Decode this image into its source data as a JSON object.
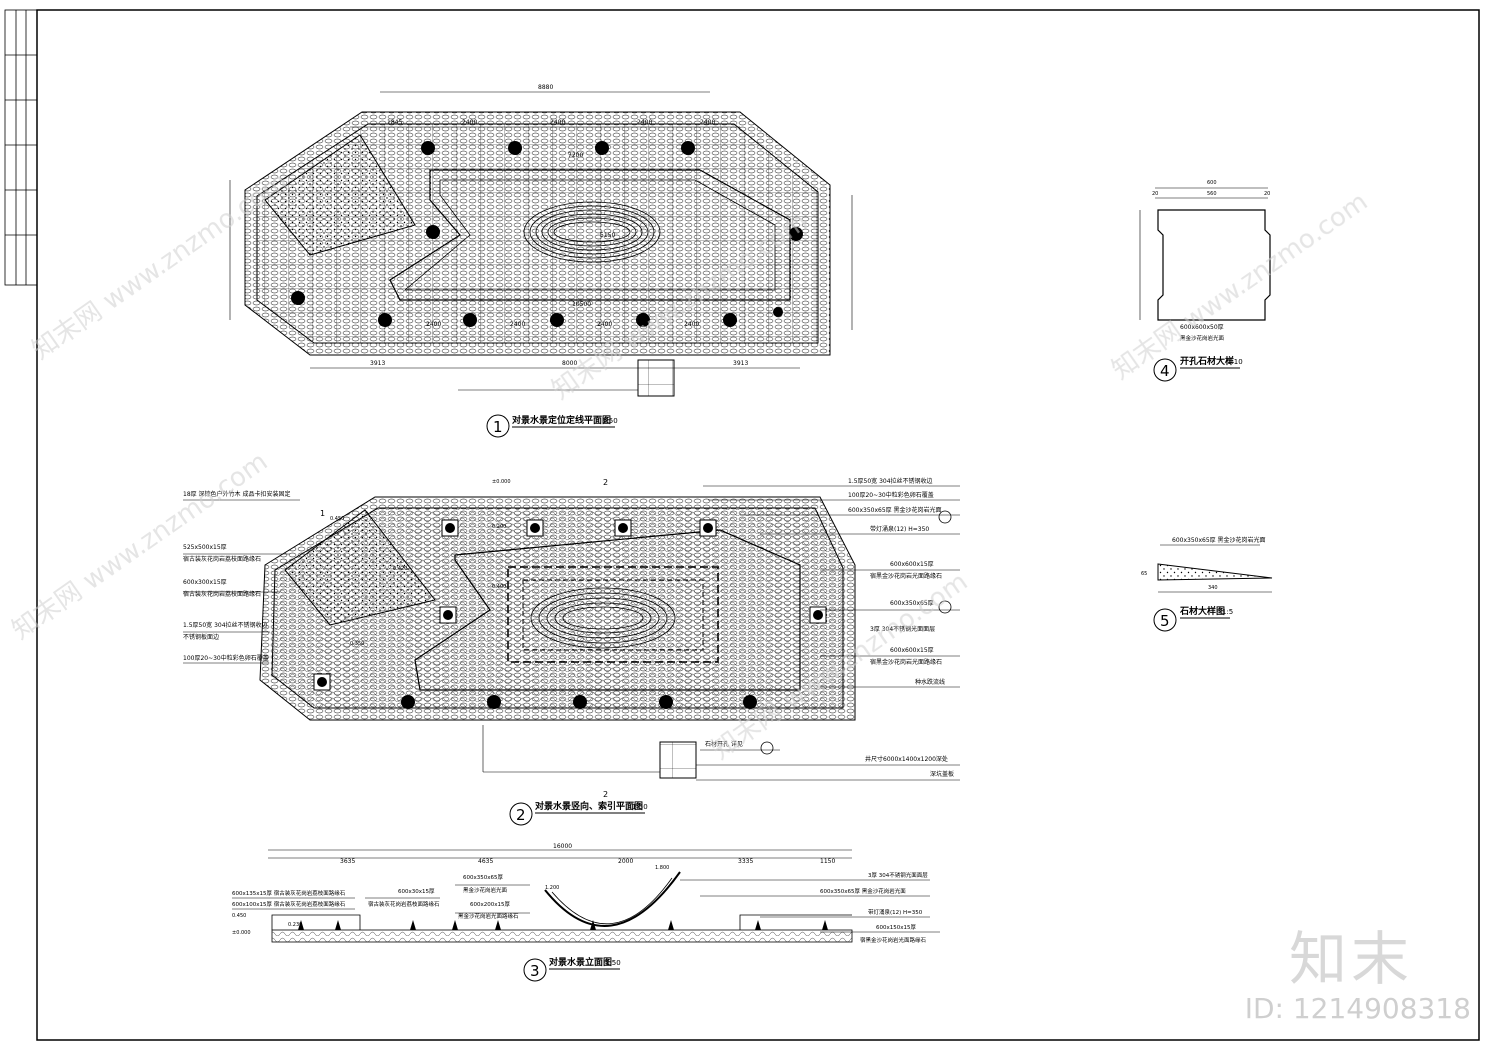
{
  "drawing_1": {
    "number": "1",
    "title": "对景水景定位定线平面图",
    "scale": "1:50",
    "dims_top": [
      "8880",
      "1845",
      "2400",
      "2400",
      "2400",
      "2400"
    ],
    "dims_bottom": [
      "3913",
      "8000",
      "3913"
    ],
    "dims_inner": [
      "7200",
      "5150",
      "10500",
      "2400",
      "2400",
      "2400",
      "2400"
    ]
  },
  "drawing_2": {
    "number": "2",
    "title": "对景水景竖向、索引平面图",
    "scale": "1:50",
    "section_mark": "2",
    "section_mark_1": "1",
    "labels_left": [
      "18厚 深棕色户外竹木 成品卡扣安装固定",
      "525x500x15厚",
      "宿古装灰花岗岩荔枝面路缘石",
      "600x300x15厚",
      "宿古装灰花岗岩荔枝面路缘石",
      "1.5厚50宽 304拉丝不锈钢收边",
      "不锈钢板面边",
      "100厚20~30中粒彩色卵石覆盖"
    ],
    "labels_right": [
      "1.5厚50宽 304拉丝不锈钢收边",
      "100厚20~30中粒彩色卵石覆盖",
      "600x350x65厚 黑金沙花岗岩光面",
      "带灯涌泉(12) H=350",
      "600x600x15厚",
      "宿黑金沙花岗岩光面路缘石",
      "600x350x65厚",
      "3厚 304不锈钢光面面层",
      "600x600x15厚",
      "宿黑金沙花岗岩光面路缘石",
      "种水跌流线",
      "石材开孔 详见",
      "井尺寸6000x1400x1200深处",
      "深坑盖板"
    ],
    "elevations": [
      "±0.000",
      "0.450",
      "0.420",
      "0.200",
      "0.400",
      "0.350"
    ]
  },
  "drawing_3": {
    "number": "3",
    "title": "对景水景立面图",
    "scale": "1:50",
    "overall": "16000",
    "dims": [
      "3635",
      "4635",
      "2000",
      "3335",
      "1150"
    ],
    "labels_left": [
      "600x135x15厚 宿古装灰花岗岩荔枝面路缘石",
      "600x100x15厚 宿古装灰花岗岩荔枝面路缘石",
      "600x30x15厚",
      "宿古装灰花岗岩荔枝面路缘石",
      "600x350x65厚",
      "黑金沙花岗岩光面",
      "600x200x15厚",
      "黑金沙花岗岩光面路缘石"
    ],
    "labels_right": [
      "3厚 304不锈钢光面面层",
      "600x350x65厚 黑金沙花岗岩光面",
      "带灯涌泉(12) H=350",
      "600x150x15厚",
      "宿黑金沙花岗岩光面路缘石"
    ],
    "elevs": [
      "0.450",
      "±0.000",
      "0.230",
      "1.200",
      "1.800"
    ]
  },
  "drawing_4": {
    "number": "4",
    "title": "开孔石材大样",
    "scale": "1:10",
    "dims": [
      "600",
      "20",
      "560",
      "20"
    ],
    "label": "600x600x50厚",
    "sublabel": "黑金沙花岗岩光面"
  },
  "drawing_5": {
    "number": "5",
    "title": "石材大样图",
    "scale": "1:5",
    "label": "600x350x65厚 黑金沙花岗岩光面",
    "dims": [
      "340",
      "65"
    ]
  },
  "watermark": {
    "brand": "知末",
    "id": "ID: 1214908318",
    "diagonal": "知末网 www.znzmo.com"
  }
}
